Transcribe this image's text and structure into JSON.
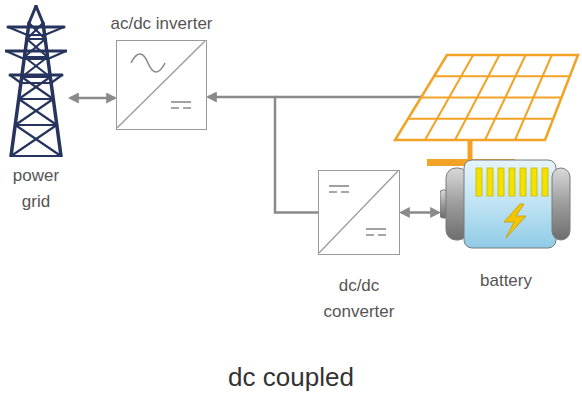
{
  "diagram": {
    "caption": "dc coupled",
    "nodes": [
      {
        "text": [
          "power grid"
        ]
      },
      {
        "text": [
          "ac/dc inverter"
        ]
      },
      {
        "text": [
          "dc/dc converter"
        ]
      },
      {
        "text": [
          "battery"
        ]
      }
    ],
    "edges": [
      {
        "from": 0,
        "to": 1,
        "arrow": "both"
      },
      {
        "from": 2,
        "to": 1,
        "arrow": "to"
      },
      {
        "from": 2,
        "to": 3,
        "arrow": "both"
      }
    ]
  }
}
